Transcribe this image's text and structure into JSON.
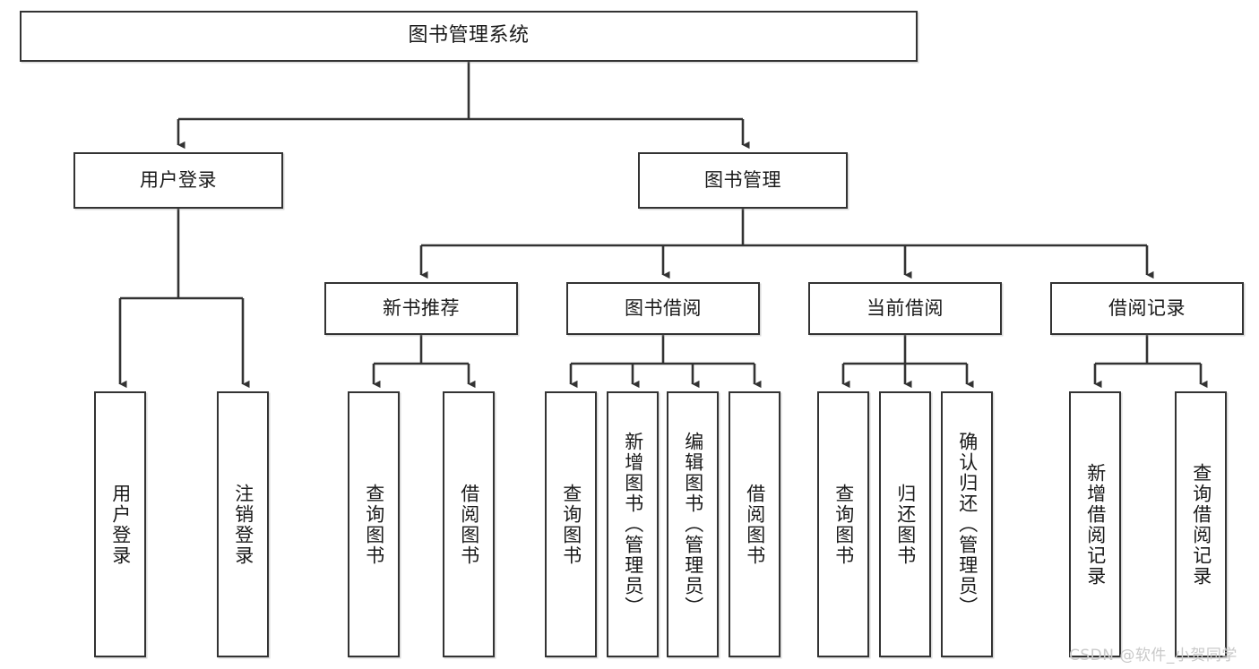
{
  "diagram": {
    "title": "图书管理系统",
    "type": "tree-hierarchy-diagram",
    "colors": {
      "node_border": "#333333",
      "node_fill": "#ffffff",
      "edge": "#333333",
      "text": "#1a1a1a",
      "watermark": "#c9c9c9",
      "background": "#ffffff"
    },
    "root": {
      "label": "图书管理系统"
    },
    "level2": [
      {
        "label": "用户登录"
      },
      {
        "label": "图书管理"
      }
    ],
    "level3": [
      {
        "label": "新书推荐"
      },
      {
        "label": "图书借阅"
      },
      {
        "label": "当前借阅"
      },
      {
        "label": "借阅记录"
      }
    ],
    "leaves": {
      "user_login": [
        {
          "label": "用户登录"
        },
        {
          "label": "注销登录"
        }
      ],
      "new_book_recommend": [
        {
          "label": "查询图书"
        },
        {
          "label": "借阅图书"
        }
      ],
      "book_borrow": [
        {
          "label": "查询图书"
        },
        {
          "label": "新增图书（管理员）"
        },
        {
          "label": "编辑图书（管理员）"
        },
        {
          "label": "借阅图书"
        }
      ],
      "current_borrow": [
        {
          "label": "查询图书"
        },
        {
          "label": "归还图书"
        },
        {
          "label": "确认归还（管理员）"
        }
      ],
      "borrow_records": [
        {
          "label": "新增借阅记录"
        },
        {
          "label": "查询借阅记录"
        }
      ]
    },
    "watermark": "CSDN @软件_小贺同学"
  }
}
